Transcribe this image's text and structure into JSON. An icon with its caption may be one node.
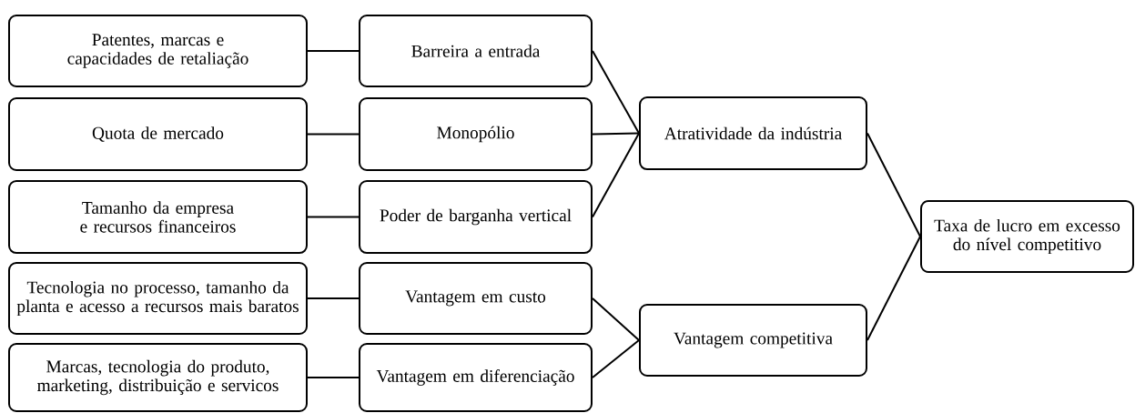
{
  "diagram": {
    "nodes": [
      {
        "text": [
          "Patentes, marcas e capacidades de retaliação"
        ]
      },
      {
        "text": [
          "Barreira a entrada"
        ]
      },
      {
        "text": [
          "Quota de mercado"
        ]
      },
      {
        "text": [
          "Monopólio"
        ]
      },
      {
        "text": [
          "Tamanho da empresa e recursos financeiros"
        ]
      },
      {
        "text": [
          "Poder de barganha vertical"
        ]
      },
      {
        "text": [
          "Tecnologia no processo, tamanho da planta e acesso a recursos mais baratos"
        ]
      },
      {
        "text": [
          "Vantagem em custo"
        ]
      },
      {
        "text": [
          "Marcas, tecnologia do produto, marketing, distribuição e servicos"
        ]
      },
      {
        "text": [
          "Vantagem em diferenciação"
        ]
      },
      {
        "text": [
          "Atratividade da indústria"
        ]
      },
      {
        "text": [
          "Vantagem competitiva"
        ]
      },
      {
        "text": [
          "Taxa de lucro em excesso do nível competitivo"
        ]
      }
    ],
    "edges": [
      {
        "from": 0,
        "to": 1,
        "arrow": "none"
      },
      {
        "from": 2,
        "to": 3,
        "arrow": "none"
      },
      {
        "from": 4,
        "to": 5,
        "arrow": "none"
      },
      {
        "from": 6,
        "to": 7,
        "arrow": "none"
      },
      {
        "from": 8,
        "to": 9,
        "arrow": "none"
      },
      {
        "from": 1,
        "to": 10,
        "arrow": "none"
      },
      {
        "from": 3,
        "to": 10,
        "arrow": "none"
      },
      {
        "from": 5,
        "to": 10,
        "arrow": "none"
      },
      {
        "from": 7,
        "to": 11,
        "arrow": "none"
      },
      {
        "from": 9,
        "to": 11,
        "arrow": "none"
      },
      {
        "from": 10,
        "to": 12,
        "arrow": "none"
      },
      {
        "from": 11,
        "to": 12,
        "arrow": "none"
      }
    ]
  }
}
